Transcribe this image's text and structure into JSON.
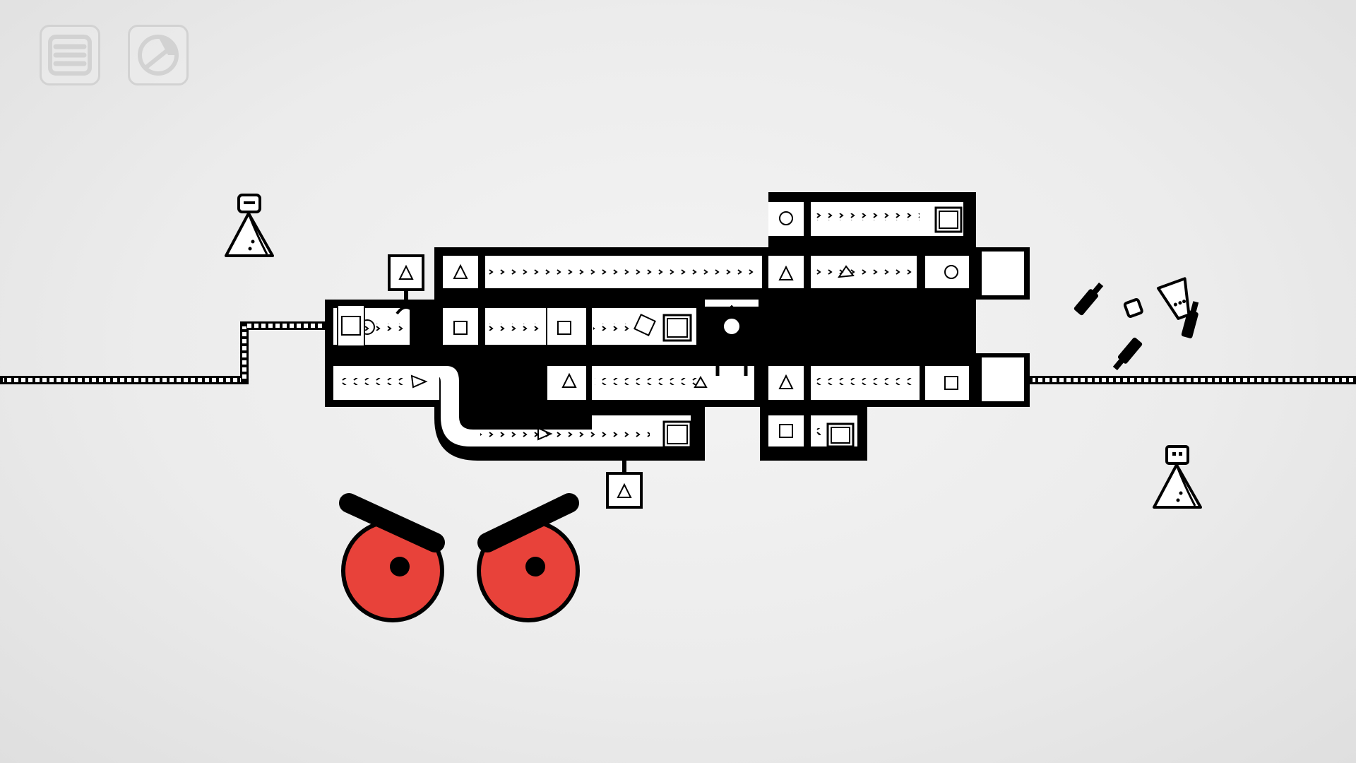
{
  "hud": {
    "menu_icon": "hamburger-menu-icon",
    "restart_icon": "restart-circle-icon"
  },
  "colors": {
    "background": "#ececec",
    "ink": "#000000",
    "belt": "#ffffff",
    "hud_icon": "#d2d2d2",
    "eye_red": "#e8423a"
  },
  "scene": {
    "factory": "conveyor-factory-machine",
    "character_left": "robed-robot-character",
    "character_right": "robed-robot-character",
    "debris": [
      "bottle-icon",
      "bottle-icon",
      "bottle-icon",
      "glass-cup-icon",
      "small-box-icon"
    ],
    "eyes": "angry-red-eyes"
  }
}
